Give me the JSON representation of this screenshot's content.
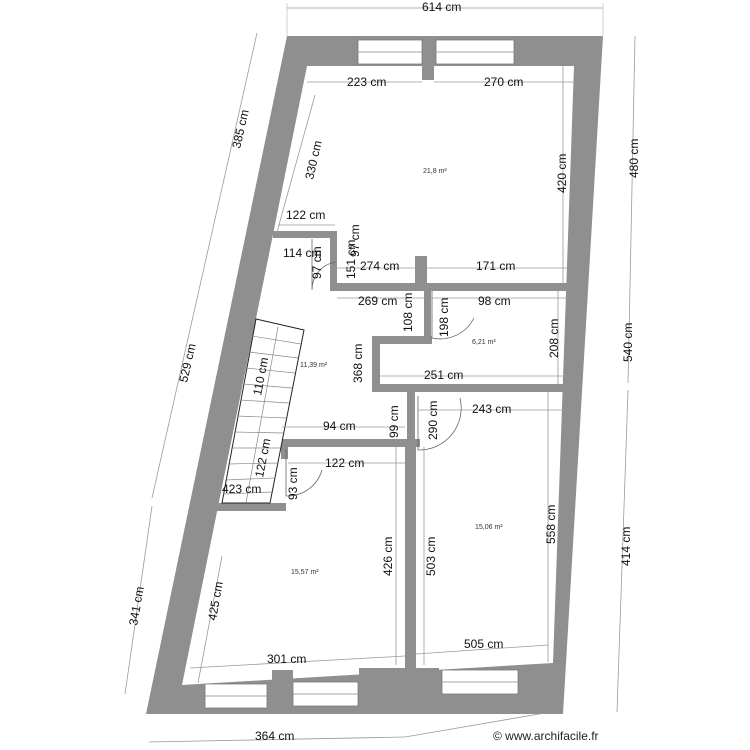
{
  "app": {
    "watermark": "© www.archifacile.fr"
  },
  "colors": {
    "wall": "#8f8f8f",
    "dimension_line": "#9a9a9a",
    "text": "#111111"
  },
  "dimensions": [
    "614 cm",
    "223 cm",
    "270 cm",
    "385 cm",
    "330 cm",
    "420 cm",
    "480 cm",
    "122 cm",
    "114 cm",
    "97 cm",
    "97 cm",
    "151 cm",
    "274 cm",
    "171 cm",
    "269 cm",
    "98 cm",
    "108 cm",
    "198 cm",
    "208 cm",
    "540 cm",
    "529 cm",
    "110 cm",
    "368 cm",
    "251 cm",
    "94 cm",
    "99 cm",
    "290 cm",
    "243 cm",
    "122 cm",
    "122 cm",
    "93 cm",
    "423 cm",
    "426 cm",
    "503 cm",
    "558 cm",
    "414 cm",
    "341 cm",
    "425 cm",
    "301 cm",
    "505 cm",
    "364 cm"
  ],
  "areas": [
    "21,8 m²",
    "6,21 m²",
    "11,39 m²",
    "15,06 m²",
    "15,57 m²"
  ]
}
